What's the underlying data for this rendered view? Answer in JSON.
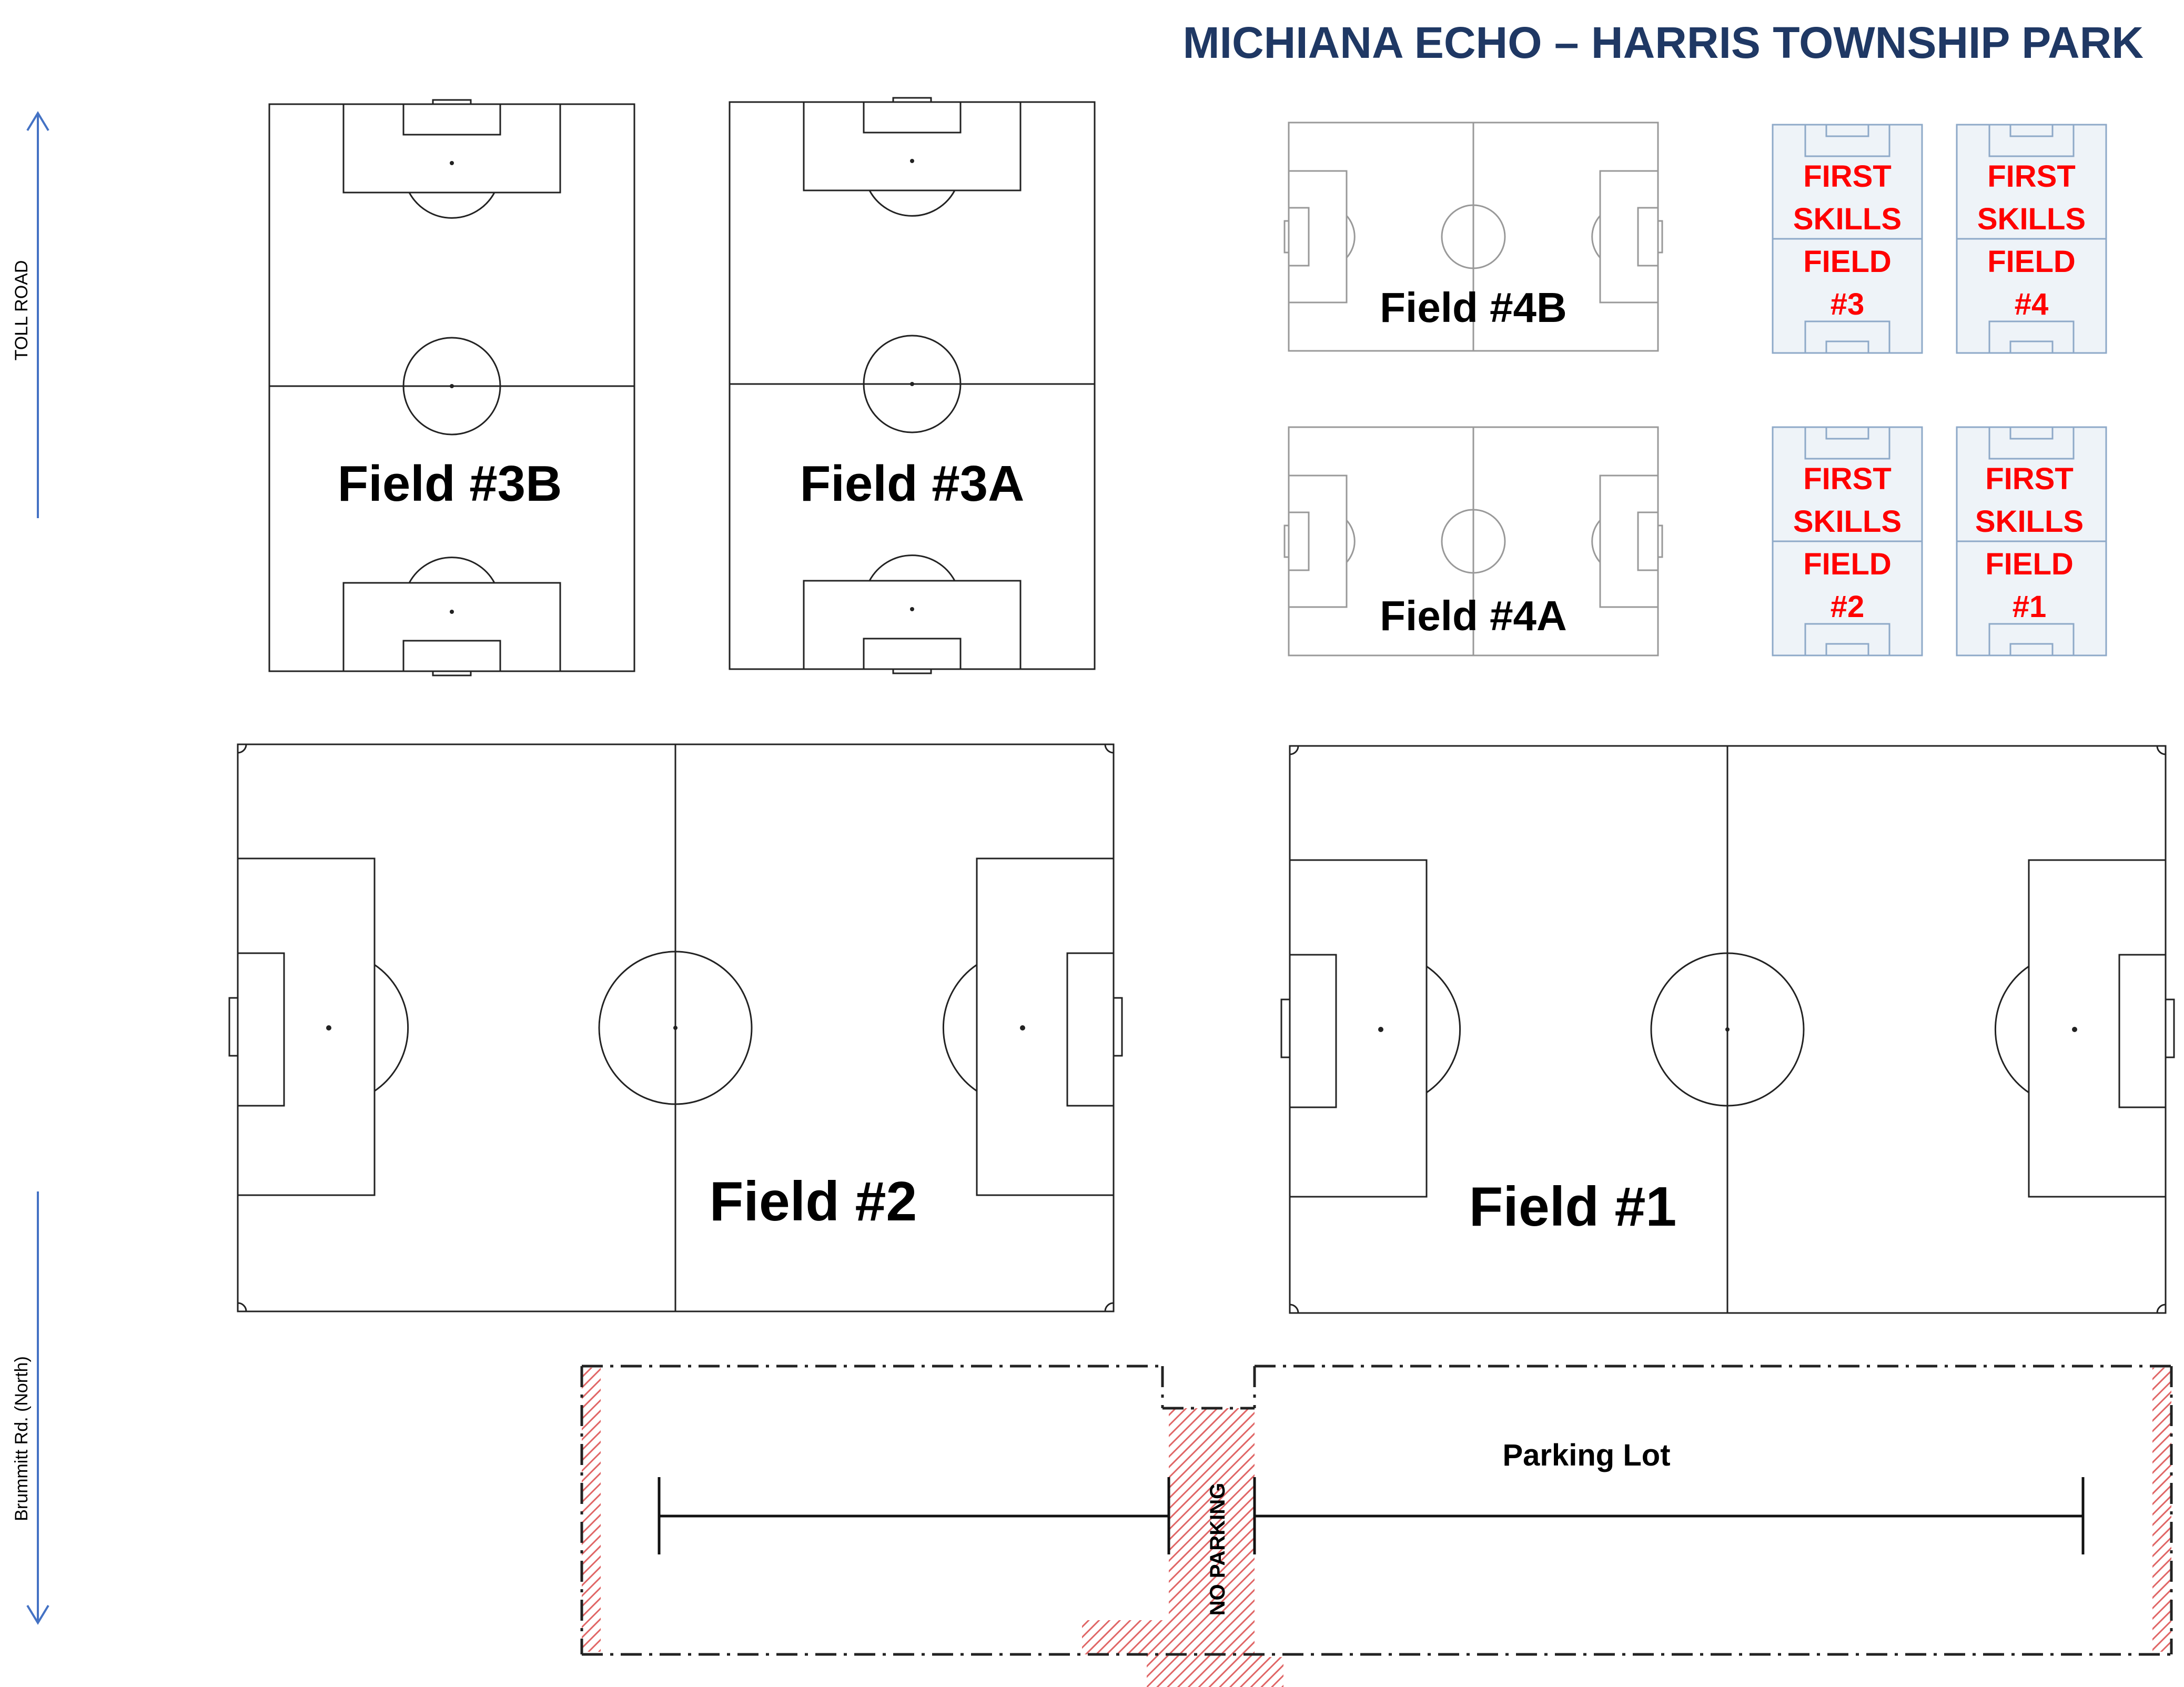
{
  "title": "MICHIANA ECHO – HARRIS TOWNSHIP PARK",
  "roads": {
    "top": "TOLL ROAD",
    "bottom": "Brummitt Rd. (North)"
  },
  "fields": {
    "f3b": "Field #3B",
    "f3a": "Field #3A",
    "f4b": "Field #4B",
    "f4a": "Field #4A",
    "f2": "Field #2",
    "f1": "Field #1"
  },
  "skills": {
    "s3": [
      "FIRST",
      "SKILLS",
      "FIELD",
      "#3"
    ],
    "s4": [
      "FIRST",
      "SKILLS",
      "FIELD",
      "#4"
    ],
    "s2": [
      "FIRST",
      "SKILLS",
      "FIELD",
      "#2"
    ],
    "s1": [
      "FIRST",
      "SKILLS",
      "FIELD",
      "#1"
    ]
  },
  "parking": {
    "label": "Parking Lot",
    "no_parking": "NO PARKING"
  },
  "colors": {
    "title": "#1F3864",
    "skills_text": "#FF0000",
    "skills_fill": "#EEF3F8",
    "skills_line": "#8EA9C8",
    "road_arrow": "#4472C4",
    "hatch": "#E06666"
  }
}
